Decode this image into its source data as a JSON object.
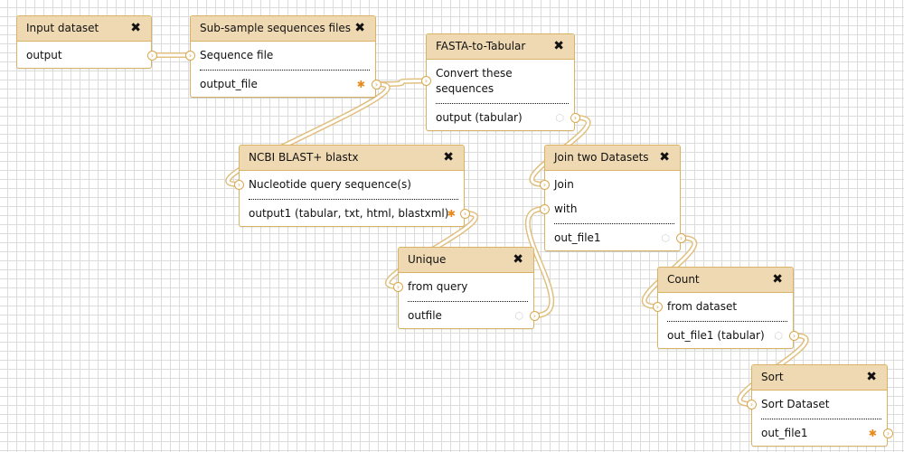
{
  "canvas": {
    "name": "workflow-editor-canvas"
  },
  "colors": {
    "node_header": "#efd9b2",
    "node_border": "#d8b365",
    "wire": "#e0c080",
    "star_marker": "#e8891b",
    "grid": "#dcdcdc"
  },
  "icons": {
    "close": "✖",
    "port": "›",
    "workflow_output_marked": "✱",
    "workflow_output_unmarked": "⬡"
  },
  "nodes": [
    {
      "id": "input_dataset",
      "title": "Input dataset",
      "inputs": [],
      "outputs": [
        {
          "label": "output",
          "marked": null
        }
      ]
    },
    {
      "id": "subsample",
      "title": "Sub-sample sequences files",
      "inputs": [
        {
          "label": "Sequence file"
        }
      ],
      "outputs": [
        {
          "label": "output_file",
          "marked": true
        }
      ]
    },
    {
      "id": "fasta_to_tabular",
      "title": "FASTA-to-Tabular",
      "inputs": [
        {
          "label": "Convert these sequences"
        }
      ],
      "outputs": [
        {
          "label": "output (tabular)",
          "marked": false
        }
      ]
    },
    {
      "id": "blastx",
      "title": "NCBI BLAST+ blastx",
      "inputs": [
        {
          "label": "Nucleotide query sequence(s)"
        }
      ],
      "outputs": [
        {
          "label": "output1 (tabular, txt, html, blastxml)",
          "marked": true
        }
      ]
    },
    {
      "id": "join",
      "title": "Join two Datasets",
      "inputs": [
        {
          "label": "Join"
        },
        {
          "label": "with"
        }
      ],
      "outputs": [
        {
          "label": "out_file1",
          "marked": false
        }
      ]
    },
    {
      "id": "unique",
      "title": "Unique",
      "inputs": [
        {
          "label": "from query"
        }
      ],
      "outputs": [
        {
          "label": "outfile",
          "marked": false
        }
      ]
    },
    {
      "id": "count",
      "title": "Count",
      "inputs": [
        {
          "label": "from dataset"
        }
      ],
      "outputs": [
        {
          "label": "out_file1 (tabular)",
          "marked": false
        }
      ]
    },
    {
      "id": "sort",
      "title": "Sort",
      "inputs": [
        {
          "label": "Sort Dataset"
        }
      ],
      "outputs": [
        {
          "label": "out_file1",
          "marked": true
        }
      ]
    }
  ],
  "connections": [
    {
      "from": "input_dataset.output",
      "to": "subsample.Sequence file"
    },
    {
      "from": "subsample.output_file",
      "to": "fasta_to_tabular.Convert these sequences"
    },
    {
      "from": "subsample.output_file",
      "to": "blastx.Nucleotide query sequence(s)"
    },
    {
      "from": "fasta_to_tabular.output (tabular)",
      "to": "join.Join"
    },
    {
      "from": "blastx.output1",
      "to": "unique.from query"
    },
    {
      "from": "unique.outfile",
      "to": "join.with"
    },
    {
      "from": "join.out_file1",
      "to": "count.from dataset"
    },
    {
      "from": "count.out_file1 (tabular)",
      "to": "sort.Sort Dataset"
    }
  ]
}
